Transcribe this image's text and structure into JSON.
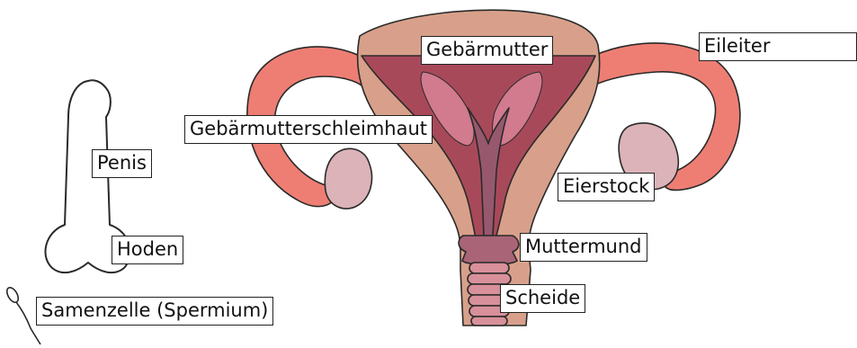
{
  "labels": {
    "gebaermutter": "Gebärmutter",
    "eileiter": "Eileiter",
    "schleimhaut": "Gebärmutterschleimhaut",
    "penis": "Penis",
    "eierstock": "Eierstock",
    "hoden": "Hoden",
    "muttermund": "Muttermund",
    "scheide": "Scheide",
    "samenzelle": "Samenzelle (Spermium)"
  },
  "colors": {
    "uterus_wall": "#d8a08a",
    "fallopian": "#ee7e73",
    "ovary": "#dbb3b8",
    "lining": "#a8495a",
    "lining_light": "#d27a8e",
    "cavity": "#97586d",
    "outline": "#2a2a2a"
  }
}
